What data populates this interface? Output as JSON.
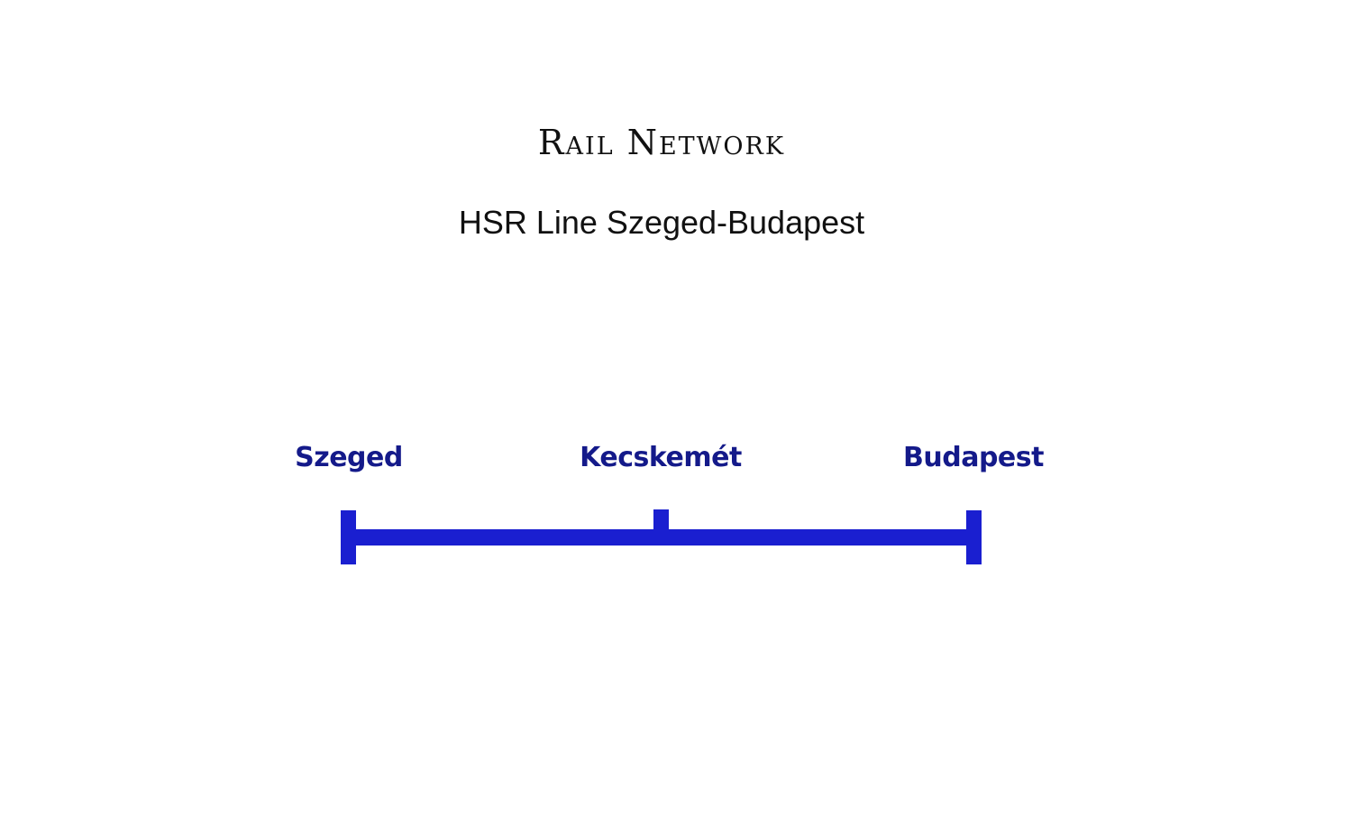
{
  "header": {
    "title": "Rail Network",
    "subtitle": "HSR Line Szeged-Budapest"
  },
  "line": {
    "color": "#1a1fd0",
    "label_color": "#141a8a",
    "stations": [
      {
        "name": "Szeged",
        "type": "terminus",
        "position": "left"
      },
      {
        "name": "Kecskemét",
        "type": "intermediate",
        "position": "middle"
      },
      {
        "name": "Budapest",
        "type": "terminus",
        "position": "right"
      }
    ]
  }
}
